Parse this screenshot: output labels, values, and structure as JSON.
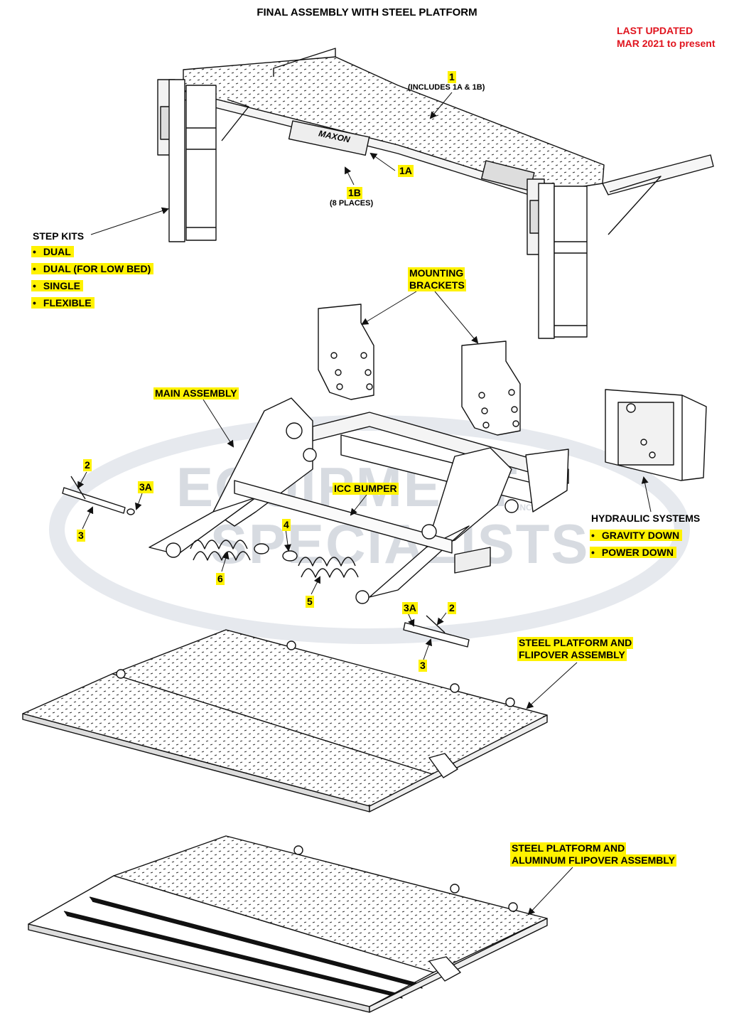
{
  "title": "FINAL ASSEMBLY WITH STEEL PLATFORM",
  "updated": {
    "line1": "LAST UPDATED",
    "line2": "MAR 2021 to present"
  },
  "watermark": {
    "line1": "EQUIPMENT",
    "line2": "SPECIALISTS",
    "suffix": "INC"
  },
  "step_kits": {
    "heading": "STEP KITS",
    "items": [
      "DUAL",
      "DUAL (FOR LOW BED)",
      "SINGLE",
      "FLEXIBLE"
    ]
  },
  "hydraulic": {
    "heading": "HYDRAULIC SYSTEMS",
    "items": [
      "GRAVITY DOWN",
      "POWER DOWN"
    ]
  },
  "bullet": "•",
  "callouts": {
    "c1": "1",
    "c1_note": "(INCLUDES 1A & 1B)",
    "c1a": "1A",
    "c1b": "1B",
    "c1b_note": "(8 PLACES)",
    "mounting_1": "MOUNTING",
    "mounting_2": "BRACKETS",
    "main_assembly": "MAIN ASSEMBLY",
    "icc_bumper": "ICC BUMPER",
    "c2_left": "2",
    "c3a_left": "3A",
    "c3_left": "3",
    "c4": "4",
    "c5": "5",
    "c6": "6",
    "c3a_right": "3A",
    "c2_right": "2",
    "c3_right": "3",
    "steel_flip_1": "STEEL PLATFORM AND",
    "steel_flip_2": "FLIPOVER ASSEMBLY",
    "alu_flip_1": "STEEL PLATFORM AND",
    "alu_flip_2": "ALUMINUM FLIPOVER ASSEMBLY"
  },
  "decals": {
    "brand": "MAXON"
  },
  "colors": {
    "highlight": "#fff200",
    "updated_text": "#e0141e",
    "watermark": "#d7dbe1",
    "line": "#111111"
  }
}
